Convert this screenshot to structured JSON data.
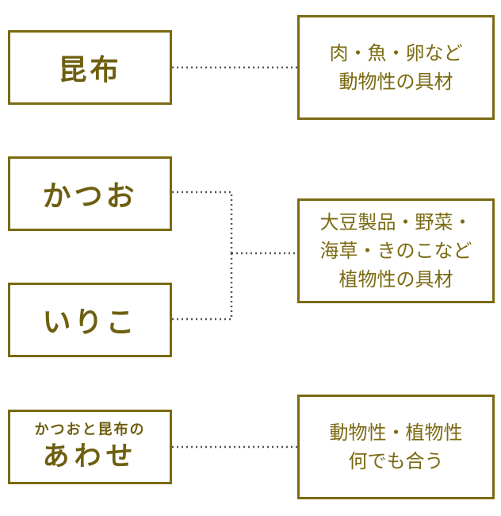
{
  "colors": {
    "border": "#7b6a12",
    "text": "#6e5f10",
    "connector": "#555555"
  },
  "left_nodes": [
    {
      "label": "昆布"
    },
    {
      "label": "かつお"
    },
    {
      "label": "いりこ"
    },
    {
      "label_small": "かつおと昆布の",
      "label_big": "あわせ"
    }
  ],
  "right_nodes": [
    {
      "label": "肉・魚・卵など\n動物性の具材"
    },
    {
      "label": "大豆製品・野菜・\n海草・きのこなど\n植物性の具材"
    },
    {
      "label": "動物性・植物性\n何でも合う"
    }
  ]
}
